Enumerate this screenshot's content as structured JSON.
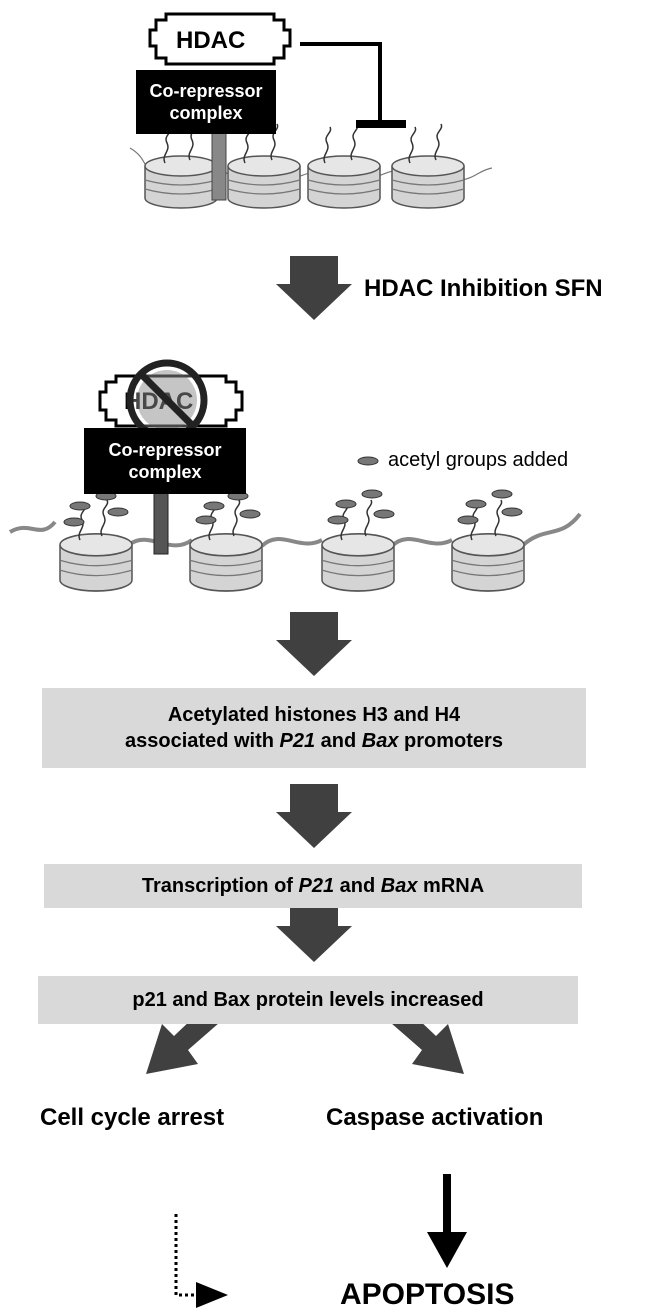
{
  "hdac_top": "HDAC",
  "hdac_inhibited": "HDAC",
  "corepressor": {
    "line1": "Co-repressor",
    "line2": "complex"
  },
  "inhibition_label": "HDAC Inhibition SFN",
  "acetyl_legend": "acetyl groups added",
  "box1": {
    "line1": "Acetylated histones H3 and H4",
    "l2_a": "associated with ",
    "l2_p21": "P21",
    "l2_and": " and ",
    "l2_bax": "Bax",
    "l2_end": " promoters"
  },
  "box2": {
    "pre": "Transcription of ",
    "p21": "P21",
    "and": " and ",
    "bax": "Bax",
    "post": " mRNA"
  },
  "box3": "p21 and Bax protein levels increased",
  "cell_cycle": "Cell cycle arrest",
  "caspase": "Caspase activation",
  "apoptosis": "APOPTOSIS",
  "colors": {
    "arrow": "#404040",
    "box": "#d9d9d9",
    "nucleosome": "#d4d4d4"
  }
}
